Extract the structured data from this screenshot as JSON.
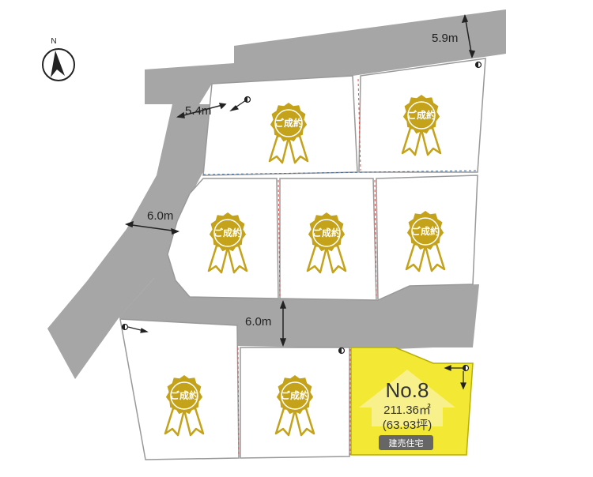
{
  "compass": {
    "label": "N"
  },
  "roads": {
    "top_width": "5.9m",
    "upper_left_width": "5.4m",
    "left_width": "6.0m",
    "middle_width": "6.0m"
  },
  "lots": [
    {
      "id": "top-left",
      "status": "ご成約"
    },
    {
      "id": "top-right",
      "status": "ご成約"
    },
    {
      "id": "mid-1",
      "status": "ご成約"
    },
    {
      "id": "mid-2",
      "status": "ご成約"
    },
    {
      "id": "mid-3",
      "status": "ご成約"
    },
    {
      "id": "bottom-1",
      "status": "ご成約"
    },
    {
      "id": "bottom-2",
      "status": "ご成約"
    }
  ],
  "featured_lot": {
    "number": "No.8",
    "area_sqm": "211.36㎡",
    "area_tsubo": "(63.93坪)",
    "type": "建売住宅"
  },
  "colors": {
    "road": "#a6a6a6",
    "sold_badge": "#c4a21a",
    "featured_fill": "#f3e833",
    "featured_tag": "#666666",
    "lot_border": "#999999"
  }
}
